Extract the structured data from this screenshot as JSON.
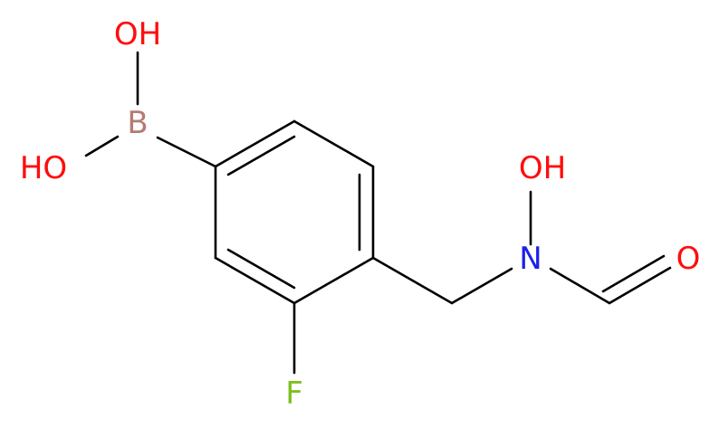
{
  "atoms": {
    "oh_top": "OH",
    "boron": "B",
    "oh_left": "HO",
    "oh_nitrogen": "OH",
    "nitrogen": "N",
    "oxygen_carbonyl": "O",
    "fluorine": "F"
  },
  "colors": {
    "oxygen": "#ff0d0d",
    "boron": "#b57b73",
    "nitrogen": "#1c20e8",
    "fluorine": "#7fbf1f",
    "bond": "#000000"
  }
}
